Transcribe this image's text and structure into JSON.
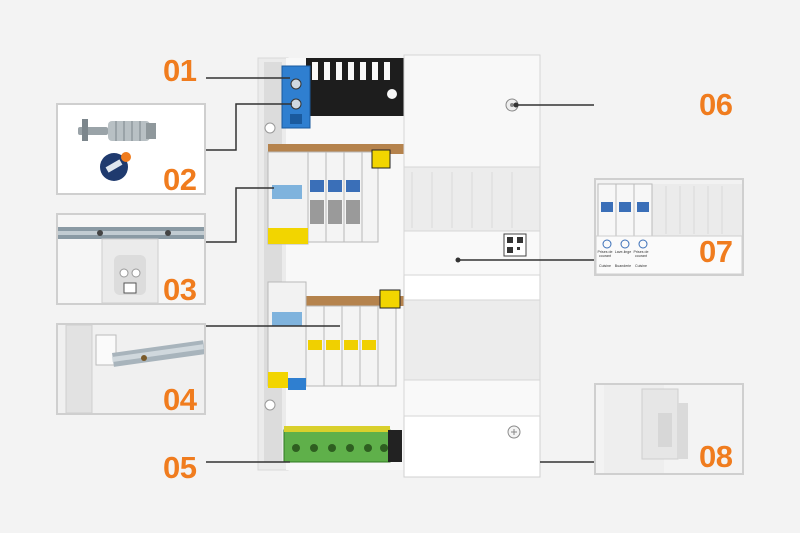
{
  "callouts": [
    {
      "number": "01"
    },
    {
      "number": "02"
    },
    {
      "number": "03"
    },
    {
      "number": "04"
    },
    {
      "number": "05"
    },
    {
      "number": "06"
    },
    {
      "number": "07"
    },
    {
      "number": "08"
    }
  ],
  "inset_07": {
    "labels": [
      "Prises de courant",
      "Lave-linge",
      "Prises de courant"
    ],
    "sublabels": [
      "Cuisine",
      "Buanderie",
      "Cuisine"
    ]
  },
  "colors": {
    "accent": "#f07c1e",
    "frame": "#cfcfcf",
    "line": "#333333"
  }
}
